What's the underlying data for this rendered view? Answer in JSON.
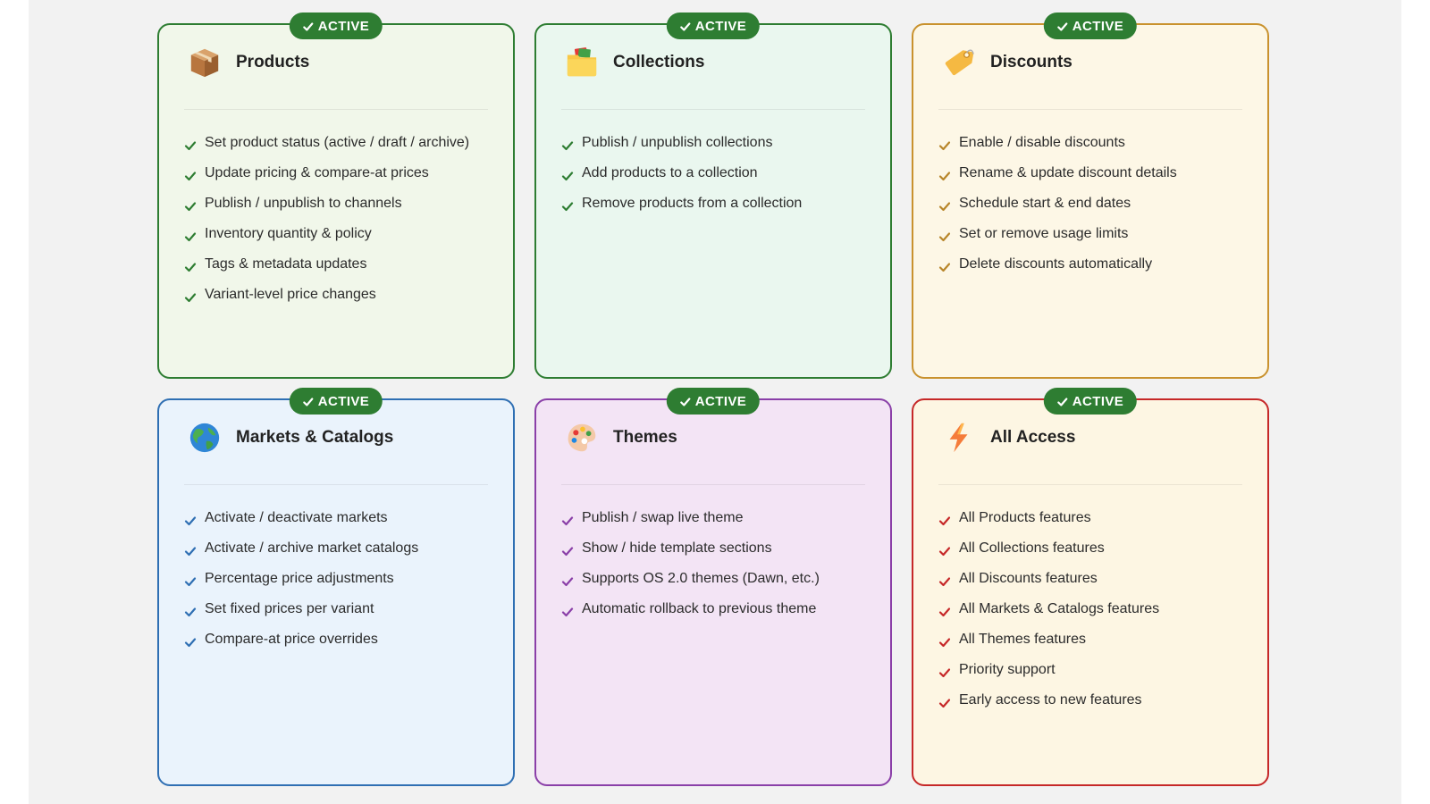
{
  "badge_label": "ACTIVE",
  "colors": {
    "badge_bg": "#2e7d32"
  },
  "cards": [
    {
      "key": "products",
      "title": "Products",
      "icon": "package-box-icon",
      "border": "#2e7d32",
      "bg": "#f1f7ea",
      "check": "#2e7d32",
      "features": [
        "Set product status (active / draft / archive)",
        "Update pricing & compare-at prices",
        "Publish / unpublish to channels",
        "Inventory quantity & policy",
        "Tags & metadata updates",
        "Variant-level price changes"
      ]
    },
    {
      "key": "collections",
      "title": "Collections",
      "icon": "folder-icon",
      "border": "#2e7d32",
      "bg": "#eaf7ef",
      "check": "#2e7d32",
      "features": [
        "Publish / unpublish collections",
        "Add products to a collection",
        "Remove products from a collection"
      ]
    },
    {
      "key": "discounts",
      "title": "Discounts",
      "icon": "price-tag-icon",
      "border": "#c9922e",
      "bg": "#fdf7e6",
      "check": "#b8862a",
      "features": [
        "Enable / disable discounts",
        "Rename & update discount details",
        "Schedule start & end dates",
        "Set or remove usage limits",
        "Delete discounts automatically"
      ]
    },
    {
      "key": "markets",
      "title": "Markets & Catalogs",
      "icon": "globe-icon",
      "border": "#2f6fb3",
      "bg": "#eaf3fc",
      "check": "#2f6fb3",
      "features": [
        "Activate / deactivate markets",
        "Activate / archive market catalogs",
        "Percentage price adjustments",
        "Set fixed prices per variant",
        "Compare-at price overrides"
      ]
    },
    {
      "key": "themes",
      "title": "Themes",
      "icon": "palette-icon",
      "border": "#8a3fa8",
      "bg": "#f3e4f5",
      "check": "#8a3fa8",
      "features": [
        "Publish / swap live theme",
        "Show / hide template sections",
        "Supports OS 2.0 themes (Dawn, etc.)",
        "Automatic rollback to previous theme"
      ]
    },
    {
      "key": "all-access",
      "title": "All Access",
      "icon": "lightning-bolt-icon",
      "border": "#c62828",
      "bg": "#fdf6e3",
      "check": "#c62828",
      "features": [
        "All Products features",
        "All Collections features",
        "All Discounts features",
        "All Markets & Catalogs features",
        "All Themes features",
        "Priority support",
        "Early access to new features"
      ]
    }
  ]
}
